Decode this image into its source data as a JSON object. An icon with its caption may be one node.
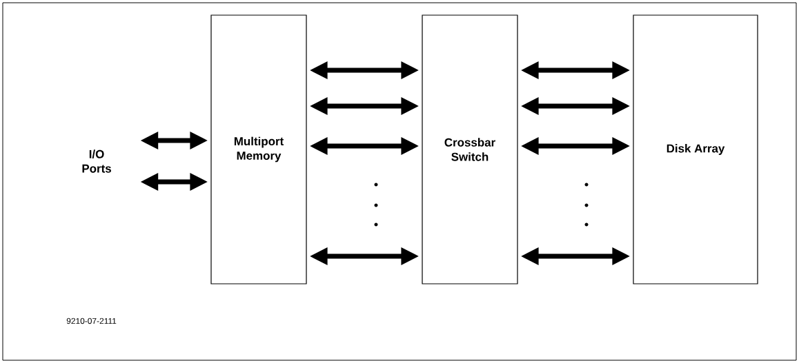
{
  "diagram": {
    "nodes": [
      {
        "text": [
          "I/O Ports"
        ]
      },
      {
        "text": [
          "Multiport Memory"
        ]
      },
      {
        "text": [
          "Crossbar Switch"
        ]
      },
      {
        "text": [
          "Disk Array"
        ]
      }
    ],
    "edges": [
      {
        "from": 0,
        "to": 1,
        "arrow": "both"
      },
      {
        "from": 0,
        "to": 1,
        "arrow": "both"
      },
      {
        "from": 1,
        "to": 2,
        "arrow": "both"
      },
      {
        "from": 1,
        "to": 2,
        "arrow": "both"
      },
      {
        "from": 1,
        "to": 2,
        "arrow": "both"
      },
      {
        "from": 1,
        "to": 2,
        "arrow": "both"
      },
      {
        "from": 2,
        "to": 3,
        "arrow": "both"
      },
      {
        "from": 2,
        "to": 3,
        "arrow": "both"
      },
      {
        "from": 2,
        "to": 3,
        "arrow": "both"
      },
      {
        "from": 2,
        "to": 3,
        "arrow": "both"
      }
    ],
    "labels": [
      "9210-07-2111"
    ]
  }
}
